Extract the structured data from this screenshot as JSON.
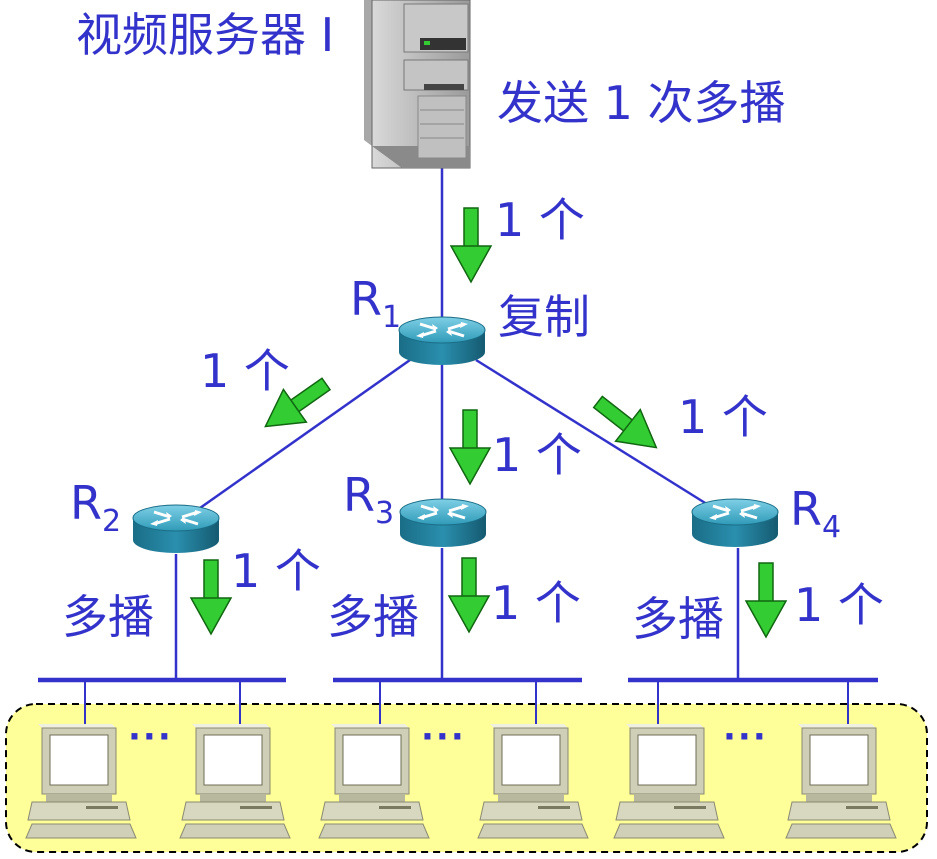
{
  "server": {
    "label": "视频服务器 I",
    "send_label": "发送 1 次多播"
  },
  "routers": [
    {
      "id": "R1",
      "letter": "R",
      "sub": "1"
    },
    {
      "id": "R2",
      "letter": "R",
      "sub": "2"
    },
    {
      "id": "R3",
      "letter": "R",
      "sub": "3"
    },
    {
      "id": "R4",
      "letter": "R",
      "sub": "4"
    }
  ],
  "labels": {
    "copy": "复制",
    "count": "1 个",
    "multicast": "多播",
    "ellipsis": "···"
  },
  "colors": {
    "text": "#3333cc",
    "line": "#3333cc",
    "arrow": "#33cc33",
    "group_fill": "#ffff99",
    "router": "#33a0b8"
  }
}
